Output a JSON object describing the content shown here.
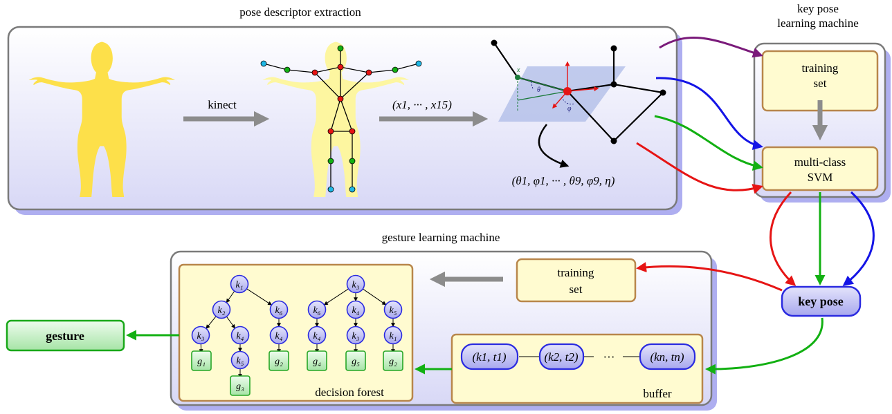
{
  "colors": {
    "panel_stroke": "#7a7a7a",
    "panel_fill_top": "#ffffff",
    "panel_fill_bottom": "#dcdcf6",
    "panel_shadow": "#aeaef0",
    "inner_box_stroke": "#b8864b",
    "inner_box_fill": "#fffbd0",
    "body_yellow": "#fde04a",
    "body_halo": "#fdf6a0",
    "gray_arrow": "#8c8c8c",
    "purple": "#7a1a7a",
    "blue": "#1414e6",
    "green": "#12b012",
    "red": "#e61414",
    "node_fill": "#c6c6f5",
    "node_stroke": "#2a2ae0",
    "leaf_fill": "#c8f0c8",
    "leaf_stroke": "#26a626",
    "gesture_stroke": "#18a818"
  },
  "top_panel": {
    "title": "pose descriptor extraction",
    "kinect_label": "kinect",
    "coords_label": "(x1, ··· , x15)",
    "angles_label": "(θ1, φ1, ··· , θ9, φ9, η)",
    "axis_x": "x",
    "angle_theta": "θ",
    "angle_phi": "φ"
  },
  "key_pose_panel": {
    "title_line1": "key pose",
    "title_line2": "learning machine",
    "training_line1": "training",
    "training_line2": "set",
    "svm_line1": "multi-class",
    "svm_line2": "SVM"
  },
  "key_pose_node": {
    "label": "key pose"
  },
  "gesture_panel": {
    "title": "gesture learning machine",
    "training_line1": "training",
    "training_line2": "set",
    "forest_label": "decision forest",
    "buffer_label": "buffer",
    "buffer_items": [
      "(k1, t1)",
      "(k2, t2)",
      "···",
      "(kn, tn)"
    ]
  },
  "gesture_node": {
    "label": "gesture"
  },
  "forest": {
    "tree1": {
      "root": "k1",
      "left": "k2",
      "right": "k6",
      "ll": "k3",
      "lr": "k4",
      "lrc": "k5",
      "rc": "k4",
      "leaves": [
        "g1",
        "g3",
        "g2"
      ]
    },
    "tree2": {
      "root": "k3",
      "children": [
        "k6",
        "k4",
        "k5"
      ],
      "grandchildren": [
        "k4",
        "k3",
        "k1"
      ],
      "leaves": [
        "g4",
        "g5",
        "g2"
      ]
    }
  }
}
